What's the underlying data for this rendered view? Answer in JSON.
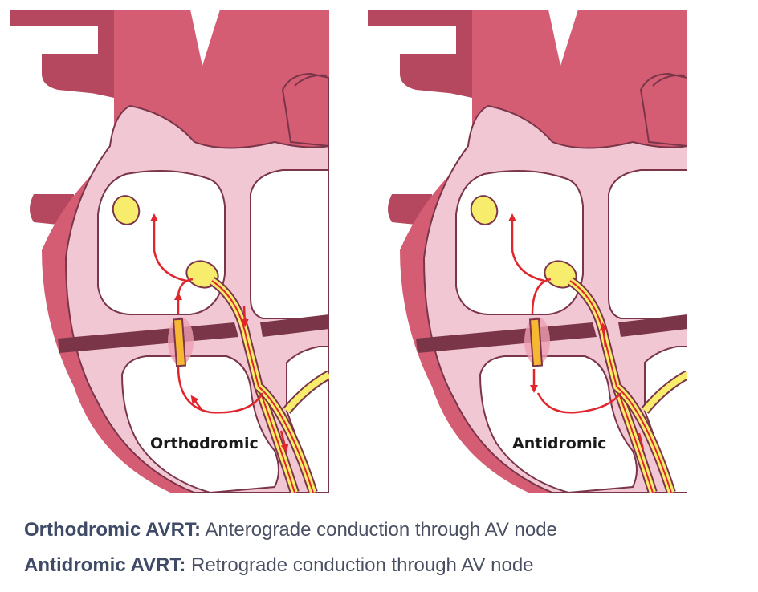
{
  "panels": [
    {
      "label": "Orthodromic",
      "av_conduction": "anterograde",
      "pathway_conduction": "retrograde"
    },
    {
      "label": "Antidromic",
      "av_conduction": "retrograde",
      "pathway_conduction": "anterograde"
    }
  ],
  "captions": [
    {
      "term": "Orthodromic AVRT:",
      "description": "Anterograde conduction through AV node"
    },
    {
      "term": "Antidromic AVRT:",
      "description": "Retrograde conduction through AV node"
    }
  ],
  "colors": {
    "heart_dark": "#b5485f",
    "heart_wall": "#d45c73",
    "inner_pink": "#f1c7d4",
    "chamber": "#ffffff",
    "septum_band": "#7a3549",
    "node_yellow": "#f7ec6b",
    "arrow_red": "#e0262c"
  }
}
